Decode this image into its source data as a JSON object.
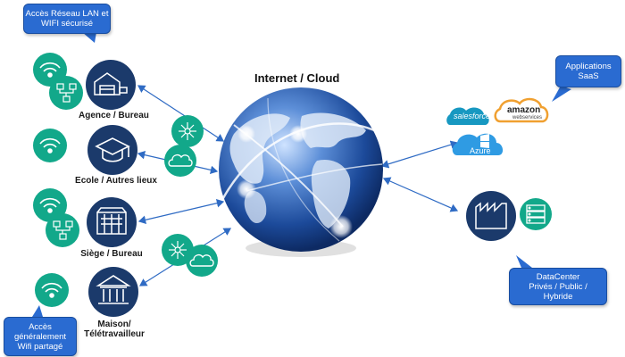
{
  "title": "Internet / Cloud",
  "colors": {
    "navy": "#1b3a6b",
    "teal": "#12a88a",
    "arrow": "#2f6bc4",
    "callout": "#2a6bd1",
    "globe": "#1f4fa0"
  },
  "sites": [
    {
      "label": "Agence / Bureau",
      "icon": "warehouse-truck-icon"
    },
    {
      "label": "Ecole / Autres  lieux",
      "icon": "graduation-cap-icon"
    },
    {
      "label": "Siège / Bureau",
      "icon": "office-building-icon"
    },
    {
      "label": "Maison/",
      "label2": "Télétravailleur",
      "icon": "house-columns-icon"
    }
  ],
  "callouts": {
    "lan": [
      "Accès Réseau LAN et",
      "WIFI sécurisé"
    ],
    "saas": [
      "Applications",
      "SaaS"
    ],
    "datacenter": [
      "DataCenter",
      "Privés / Public /",
      "Hybride"
    ],
    "wifi": [
      "Accès",
      "généralement",
      "Wifi partagé"
    ]
  },
  "saas_logos": {
    "salesforce": "salesforce",
    "amazon": "amazon",
    "amazon_sub": "webservices",
    "azure": "Azure"
  }
}
